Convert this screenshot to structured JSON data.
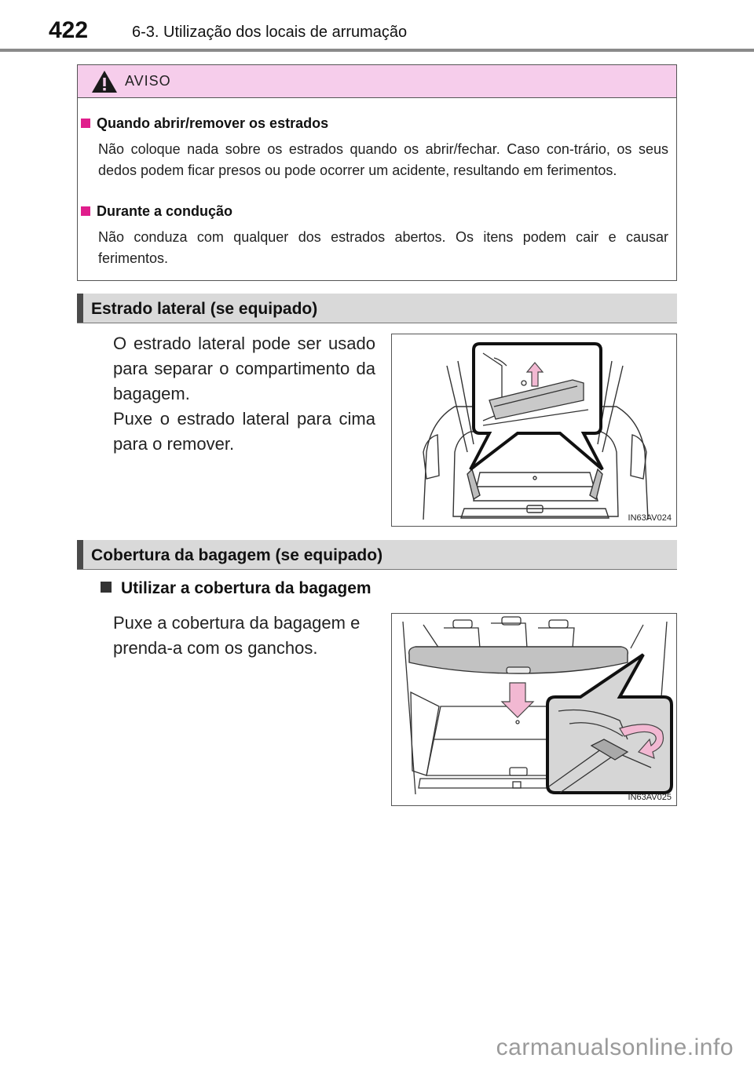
{
  "header": {
    "page_number": "422",
    "chapter_title": "6-3. Utilização dos locais de arrumação"
  },
  "warning": {
    "title": "AVISO",
    "items": [
      {
        "title": "Quando abrir/remover os estrados",
        "body": "Não coloque nada sobre os estrados quando os abrir/fechar. Caso con-trário, os seus dedos podem ficar presos ou pode ocorrer um acidente, resultando em ferimentos."
      },
      {
        "title": "Durante a condução",
        "body": "Não conduza com qualquer dos estrados abertos. Os itens podem cair e causar ferimentos."
      }
    ]
  },
  "section_side_board": {
    "title": "Estrado lateral (se equipado)",
    "paragraphs": [
      "O estrado lateral pode ser usado para separar o compartimento da bagagem.",
      "Puxe o estrado lateral para cima para o remover."
    ],
    "figure_code": "IN63AV024"
  },
  "section_luggage_cover": {
    "title": "Cobertura da bagagem (se equipado)",
    "subheading": "Utilizar a cobertura da bagagem",
    "paragraph": "Puxe a cobertura da bagagem e prenda-a com os ganchos.",
    "figure_code": "IN63AV025"
  },
  "watermark": "carmanualsonline.info",
  "colors": {
    "warning_header_bg": "#f6cdeb",
    "warning_bullet": "#e01e8c",
    "section_bar_bg": "#d9d9d9",
    "arrow_fill": "#f2b8d2"
  }
}
